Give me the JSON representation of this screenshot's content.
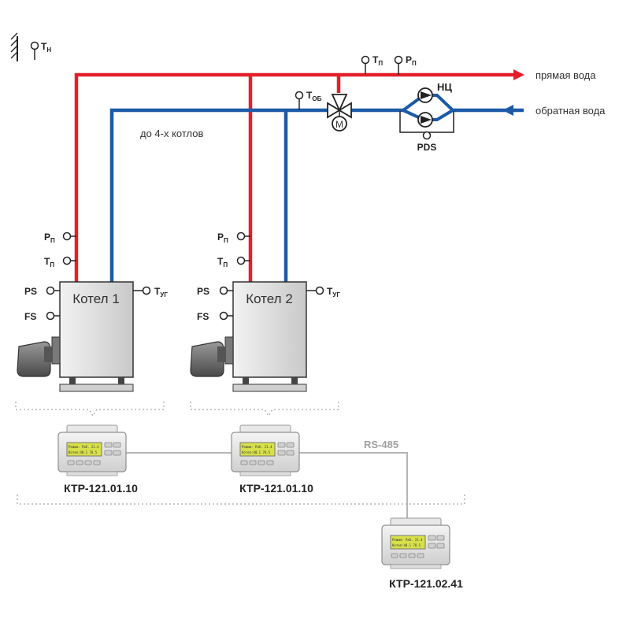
{
  "outdoor": {
    "label": "Т",
    "sub": "Н"
  },
  "lines": {
    "supply_label": "прямая вода",
    "return_label": "обратная вода",
    "supply_color": "#e3202a",
    "return_color": "#1c5aa8"
  },
  "header_sensors": {
    "supply_temp": {
      "label": "Т",
      "sub": "П"
    },
    "supply_pressure": {
      "label": "Р",
      "sub": "П"
    },
    "return_temp": {
      "label": "Т",
      "sub": "ОБ"
    }
  },
  "pump": {
    "label": "НЦ",
    "pds_label": "PDS"
  },
  "valve": {
    "motor_label": "M"
  },
  "note": "до 4-х котлов",
  "boilers": [
    {
      "name": "Котел 1",
      "pressure": {
        "label": "Р",
        "sub": "П"
      },
      "temp": {
        "label": "Т",
        "sub": "П"
      },
      "flue": {
        "label": "Т",
        "sub": "УГ"
      },
      "ps": "PS",
      "fs": "FS"
    },
    {
      "name": "Котел 2",
      "pressure": {
        "label": "Р",
        "sub": "П"
      },
      "temp": {
        "label": "Т",
        "sub": "П"
      },
      "flue": {
        "label": "Т",
        "sub": "УГ"
      },
      "ps": "PS",
      "fs": "FS"
    }
  ],
  "bus_label": "RS-485",
  "controllers": [
    {
      "model": "КТР-121.01.10",
      "screen_line1": "Режим: Раб. 21.4",
      "screen_line2": "Котел:40.1  78.5"
    },
    {
      "model": "КТР-121.01.10",
      "screen_line1": "Режим: Раб. 21.4",
      "screen_line2": "Котел:40.1  78.5"
    },
    {
      "model": "КТР-121.02.41",
      "screen_line1": "Режим: Раб. 21.4",
      "screen_line2": "Котел:40.1  78.5"
    }
  ]
}
